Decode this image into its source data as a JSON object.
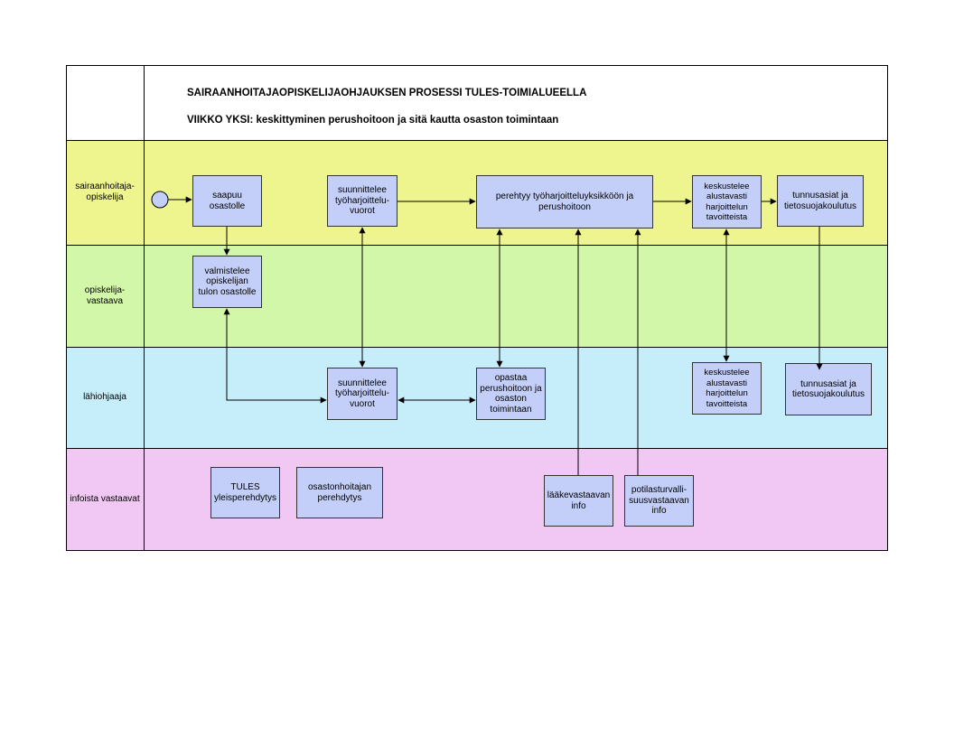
{
  "header": {
    "title": "SAIRAANHOITAJAOPISKELIJAOHJAUKSEN PROSESSI TULES-TOIMIALUEELLA",
    "subtitle": "VIIKKO YKSI: keskittyminen perushoitoon ja sitä kautta osaston toimintaan"
  },
  "colors": {
    "lane_student": "#eef58e",
    "lane_responsible": "#d2f7a8",
    "lane_mentor": "#c6eefa",
    "lane_info": "#f1c8f4",
    "box_fill": "#c3cff8"
  },
  "lanes": [
    {
      "label": "sairaanhoitaja-\nopiskelija"
    },
    {
      "label": "opiskelija-\nvastaava"
    },
    {
      "label": "lähiohjaaja"
    },
    {
      "label": "infoista vastaavat"
    }
  ],
  "boxes": {
    "arrives": "saapuu\nosastolle",
    "plans_student": "suunnittelee\ntyöharjoittelu-\nvuorot",
    "orients": "perehtyy työharjoitteluyksikköön ja\nperushoitoon",
    "discuss_student": "keskustelee\nalustavasti\nharjoittelun\ntavoitteista",
    "passwords_student": "tunnusasiat ja\ntietosuojakoulutus",
    "prepares": "valmistelee\nopiskelijan\ntulon osastolle",
    "plans_mentor": "suunnittelee\ntyöharjoittelu-\nvuorot",
    "guides": "opastaa\nperushoitoon ja\nosaston\ntoimintaan",
    "discuss_mentor": "keskustelee\nalustavasti\nharjoittelun\ntavoitteista",
    "passwords_mentor": "tunnusasiat ja\ntietosuojakoulutus",
    "tules": "TULES\nyleisperehdytys",
    "head_nurse": "osastonhoitajan\nperehdytys",
    "medicine": "lääkevastaavan\ninfo",
    "patient_safety": "potilasturvalli-\nsuusvastaavan\ninfo"
  }
}
